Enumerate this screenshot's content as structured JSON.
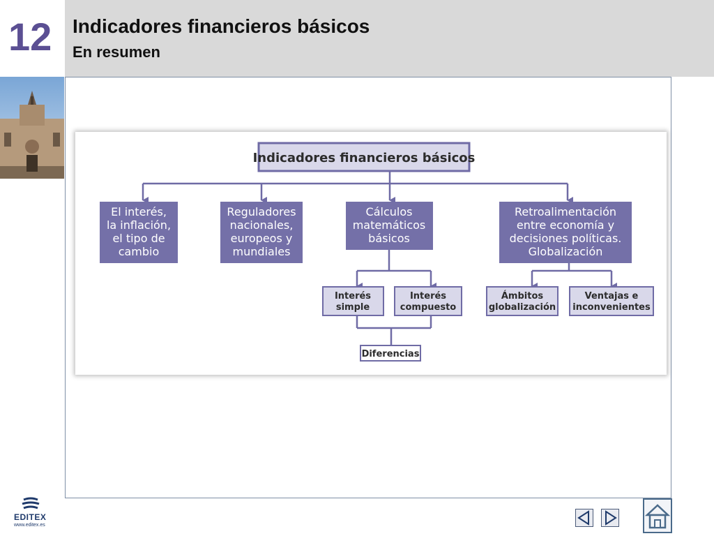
{
  "header": {
    "chapter_number": "12",
    "title": "Indicadores financieros básicos",
    "subtitle": "En resumen"
  },
  "diagram": {
    "root": "Indicadores financieros básicos",
    "level1": [
      {
        "lines": [
          "El interés,",
          "la inflación,",
          "el tipo de",
          "cambio"
        ]
      },
      {
        "lines": [
          "Reguladores",
          "nacionales,",
          "europeos y",
          "mundiales"
        ]
      },
      {
        "lines": [
          "Cálculos",
          "matemáticos",
          "básicos"
        ]
      },
      {
        "lines": [
          "Retroalimentación",
          "entre economía y",
          "decisiones políticas.",
          "Globalización"
        ]
      }
    ],
    "calc_children": [
      {
        "lines": [
          "Interés",
          "simple"
        ]
      },
      {
        "lines": [
          "Interés",
          "compuesto"
        ]
      }
    ],
    "calc_result": "Diferencias",
    "retro_children": [
      {
        "lines": [
          "Ámbitos",
          "globalización"
        ]
      },
      {
        "lines": [
          "Ventajas e",
          "inconvenientes"
        ]
      }
    ]
  },
  "footer": {
    "logo_text": "EDITEX",
    "logo_url": "www.editex.es"
  },
  "colors": {
    "accent": "#5b4f93",
    "node_fill": "#7470a8",
    "node_light": "#d9d8ea",
    "connector": "#6f6ba5"
  }
}
